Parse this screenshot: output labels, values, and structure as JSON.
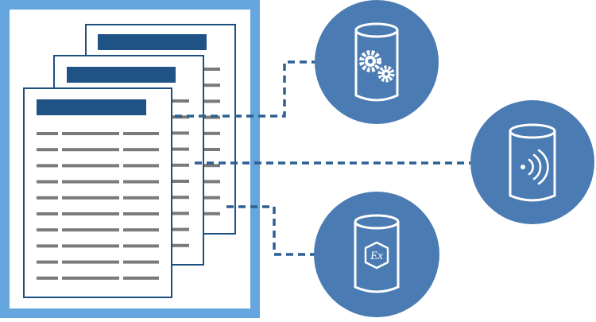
{
  "colors": {
    "frame": "#64a6dd",
    "page_border": "#1d4f80",
    "header_bar": "#1f5285",
    "table_line": "#7a7a7a",
    "connector": "#2c5f93",
    "node_fill": "#4a7bb3",
    "node_line": "#ffffff",
    "background": "#ffffff"
  },
  "diagram": {
    "documents": {
      "count": 3,
      "rows_per_page": 10,
      "columns_per_page": 3
    },
    "nodes": [
      {
        "name": "gears",
        "icon": "gears-icon"
      },
      {
        "name": "wireless",
        "icon": "wireless-signal-icon"
      },
      {
        "name": "explosion-proof",
        "icon": "ex-hexagon-icon",
        "label": "Ex"
      }
    ]
  }
}
